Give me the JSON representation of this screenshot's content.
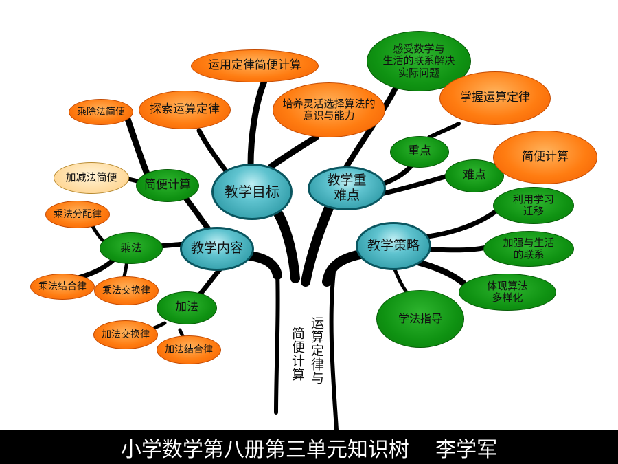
{
  "trunk_text": {
    "right_column": "运算定律与",
    "left_column": "简便计算"
  },
  "footer": {
    "title": "小学数学第八册第三单元知识树",
    "author": "李学军"
  },
  "colors": {
    "orange": "#ff7d12",
    "green": "#0f9212",
    "teal": "#3aa7b3",
    "pale": "#ffd99a",
    "branch": "#000000"
  },
  "nodes": {
    "jiaoxue_mubiao": "教学目标",
    "yunyong_dinglv": "运用定律简便计算",
    "tansuo_yunsuan": "探索运算定律",
    "peiyang_nengli": "培养灵活选择算法的\n意识与能力",
    "ganshou_shuxue": "感受数学与\n生活的联系解决\n实际问题",
    "zhongnandian": "教学重\n难点",
    "zhongdian": "重点",
    "zhangwo_dinglv": "掌握运算定律",
    "nandian": "难点",
    "jianbian_jisuan_r": "简便计算",
    "jiaoxue_neirong": "教学内容",
    "jianbian_jisuan_l": "简便计算",
    "chengchufa_jianbian": "乘除法简便",
    "jiajianfa_jianbian": "加减法简便",
    "chengfa": "乘法",
    "chengfa_fenpeilv": "乘法分配律",
    "chengfa_jiehelv": "乘法结合律",
    "chengfa_jiaohuanlv": "乘法交换律",
    "jiafa": "加法",
    "jiafa_jiaohuanlv": "加法交换律",
    "jiafa_jiehelv": "加法结合律",
    "jiaoxue_celue": "教学策略",
    "liyong_xuexi": "利用学习\n迁移",
    "jiaqiang_shenghuo": "加强与生活\n的联系",
    "tixian_suanfa": "体现算法\n多样化",
    "xuefa_zhidao": "学法指导"
  }
}
